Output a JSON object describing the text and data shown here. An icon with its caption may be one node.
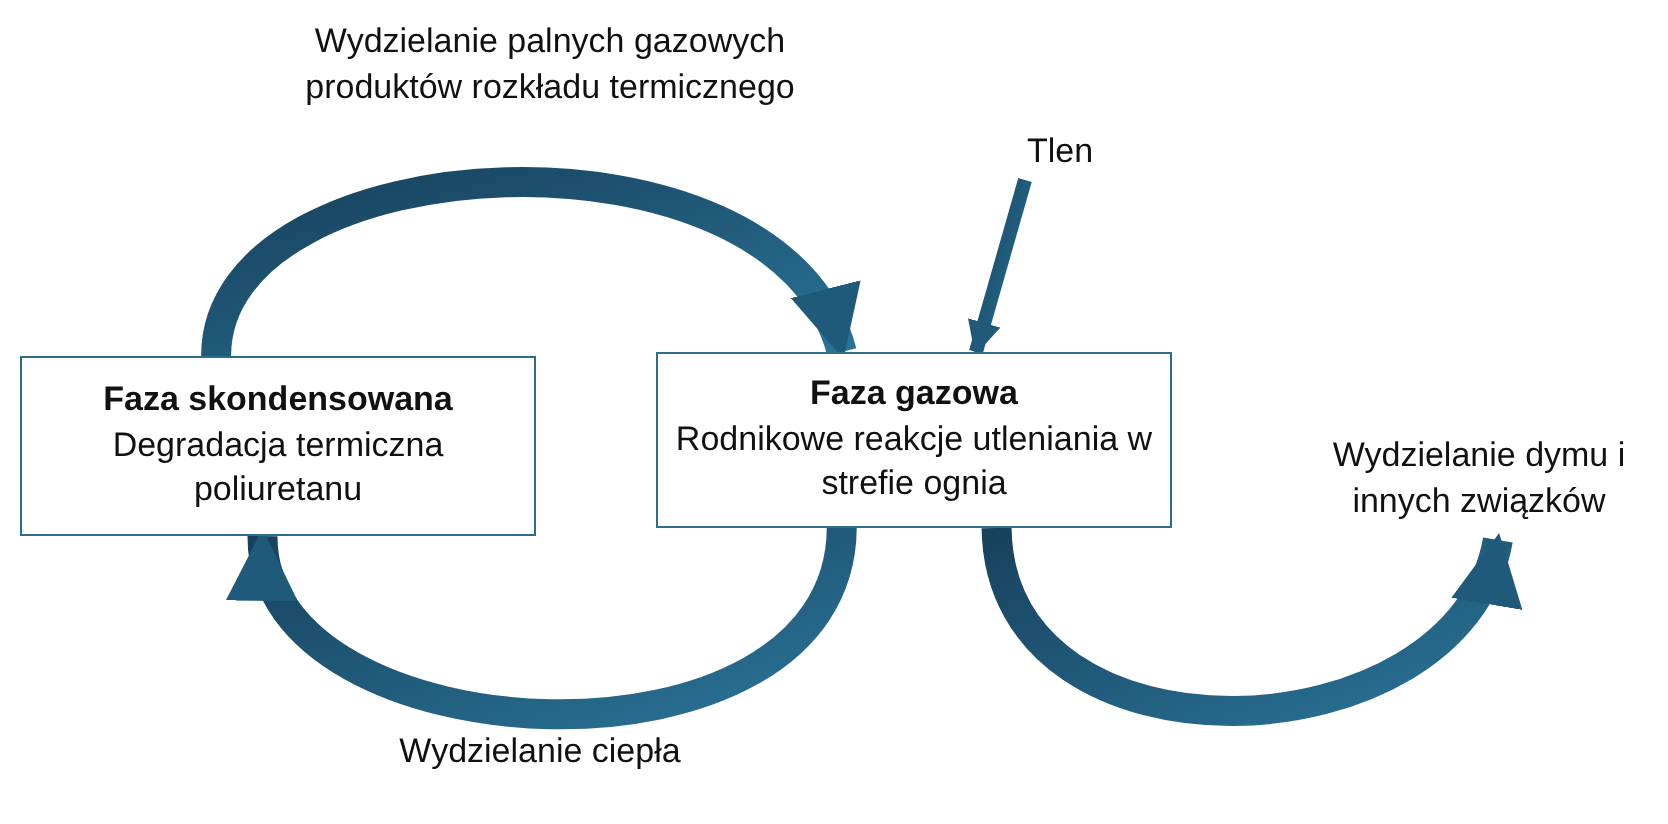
{
  "diagram": {
    "nodes": [
      {
        "text": [
          "Faza skondensowana",
          "Degradacja termiczna poliuretanu"
        ]
      },
      {
        "text": [
          "Faza gazowa",
          "Rodnikowe reakcje utleniania w strefie ognia"
        ]
      },
      {
        "text": [
          "Tlen"
        ]
      },
      {
        "text": [
          "Wydzielanie dymu i innych związków"
        ]
      }
    ],
    "edges": [
      {
        "from": 0,
        "to": 1,
        "arrow": "to",
        "label": "Wydzielanie palnych gazowych produktów rozkładu termicznego"
      },
      {
        "from": 1,
        "to": 0,
        "arrow": "to",
        "label": "Wydzielanie ciepła"
      },
      {
        "from": 2,
        "to": 1,
        "arrow": "to"
      },
      {
        "from": 1,
        "to": 3,
        "arrow": "to"
      }
    ]
  }
}
